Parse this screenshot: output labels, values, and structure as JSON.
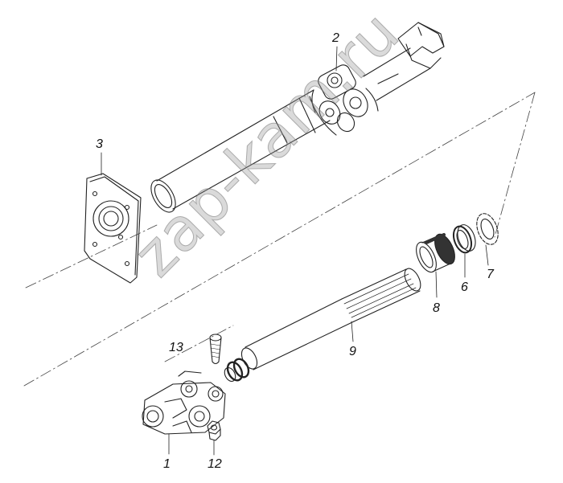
{
  "watermark": "zap-kam.ru",
  "callouts": [
    {
      "id": "callout-1",
      "text": "1"
    },
    {
      "id": "callout-2",
      "text": "2"
    },
    {
      "id": "callout-3",
      "text": "3"
    },
    {
      "id": "callout-6",
      "text": "6"
    },
    {
      "id": "callout-7",
      "text": "7"
    },
    {
      "id": "callout-8",
      "text": "8"
    },
    {
      "id": "callout-9",
      "text": "9"
    },
    {
      "id": "callout-12",
      "text": "12"
    },
    {
      "id": "callout-13",
      "text": "13"
    }
  ]
}
